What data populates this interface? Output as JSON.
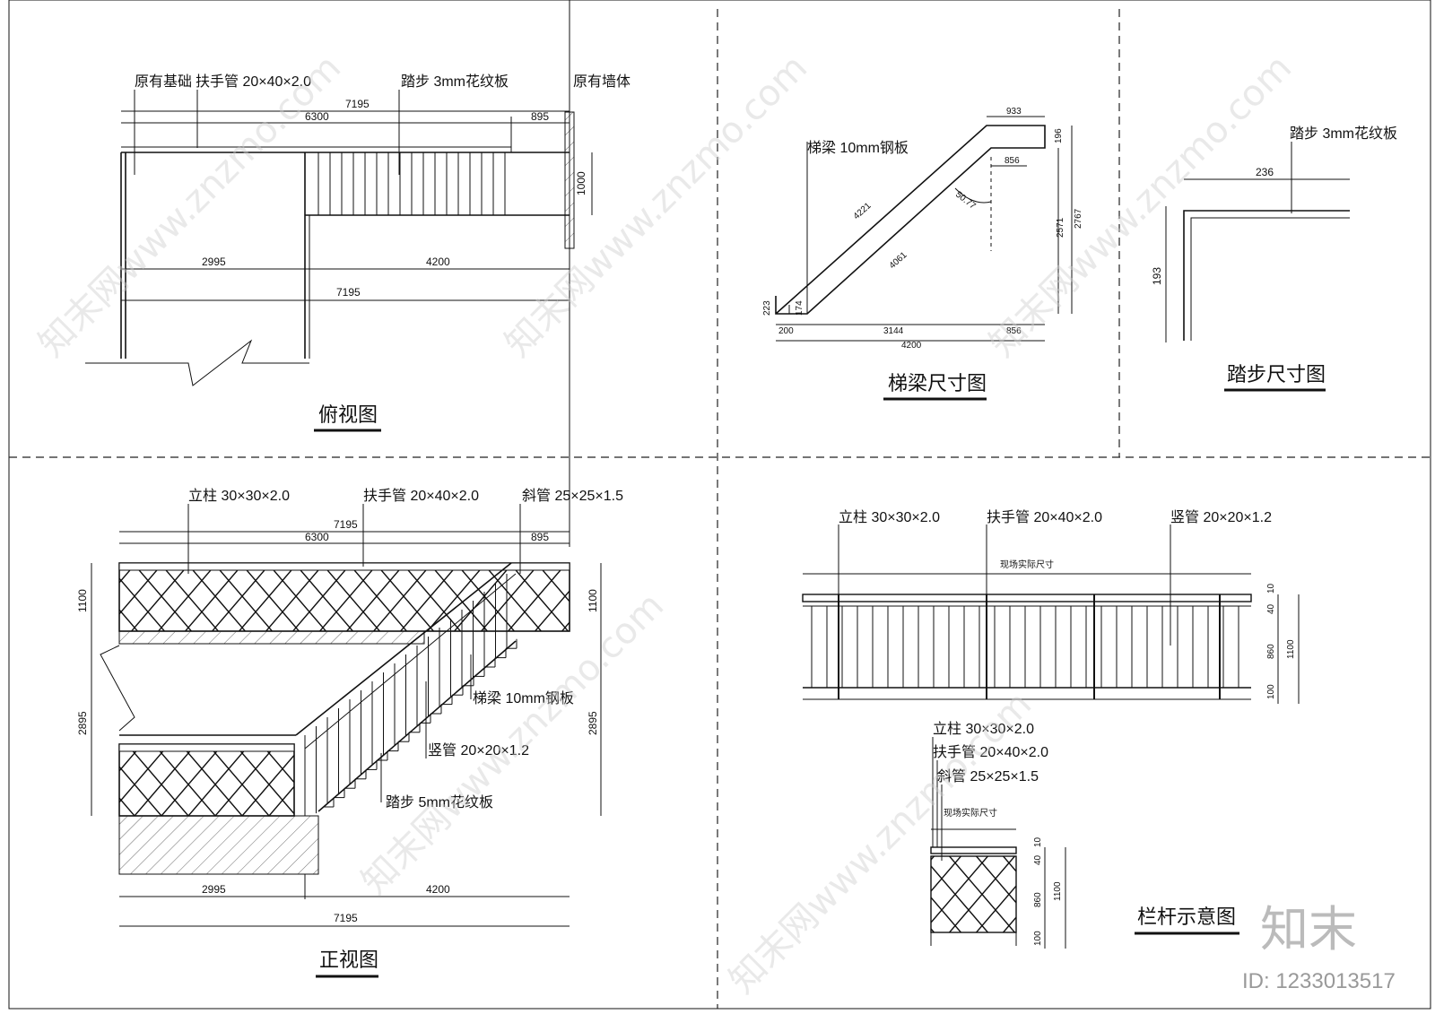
{
  "views": {
    "top": {
      "title": "俯视图",
      "labels": {
        "foundation": "原有基础",
        "handrail": "扶手管 20×40×2.0",
        "tread": "踏步 3mm花纹板",
        "wall": "原有墙体"
      },
      "dims": {
        "overall_top": "7195",
        "span_a": "6300",
        "span_b": "895",
        "width": "1000",
        "bottom_a": "2995",
        "bottom_b": "4200",
        "overall_bottom": "7195"
      }
    },
    "beam": {
      "title": "梯梁尺寸图",
      "label": "梯梁 10mm钢板",
      "dims": {
        "top_run": "933",
        "top_h": "196",
        "inner_top": "856",
        "angle": "50.77",
        "upper_len": "4221",
        "lower_len": "4061",
        "rise_inner": "2571",
        "rise_total": "2767",
        "bottom_h": "223",
        "small": "174",
        "base_a": "200",
        "base_b": "3144",
        "base_c": "856",
        "base_total": "4200"
      }
    },
    "step": {
      "title": "踏步尺寸图",
      "label": "踏步 3mm花纹板",
      "dims": {
        "width": "236",
        "height": "193"
      }
    },
    "front": {
      "title": "正视图",
      "labels": {
        "post": "立柱 30×30×2.0",
        "handrail": "扶手管 20×40×2.0",
        "diag": "斜管 25×25×1.5",
        "beam": "梯梁 10mm钢板",
        "vertical": "竖管 20×20×1.2",
        "tread": "踏步 5mm花纹板"
      },
      "dims": {
        "overall_top": "7195",
        "span_a": "6300",
        "span_b": "895",
        "h_left": "1100",
        "h_right": "1100",
        "mid_left": "2895",
        "mid_right": "2895",
        "bottom_a": "2995",
        "bottom_b": "4200",
        "overall_bottom": "7195"
      }
    },
    "railing": {
      "title": "栏杆示意图",
      "labels": {
        "post": "立柱 30×30×2.0",
        "handrail": "扶手管 20×40×2.0",
        "vertical": "竖管 20×20×1.2",
        "field": "现场实际尺寸",
        "post2": "立柱 30×30×2.0",
        "handrail2": "扶手管 20×40×2.0",
        "diag2": "斜管 25×25×1.5",
        "field2": "现场实际尺寸"
      },
      "dims": {
        "d10": "10",
        "d40": "40",
        "d860": "860",
        "d1100": "1100",
        "d100": "100"
      }
    }
  },
  "watermark": {
    "text": "知末网www.znzmo.com",
    "logo": "知末",
    "id": "ID: 1233013517"
  }
}
